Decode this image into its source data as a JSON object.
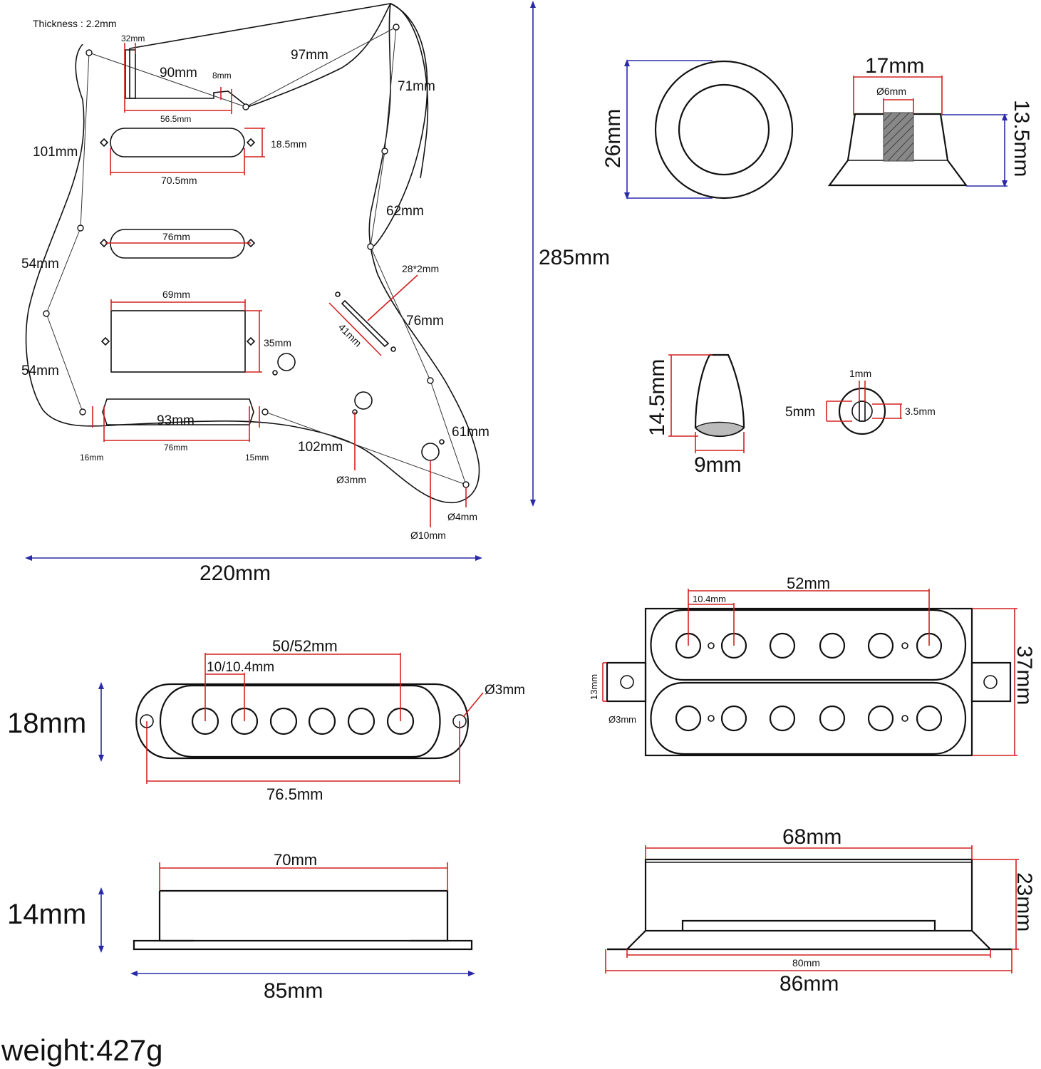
{
  "pickguard": {
    "thickness": "Thickness : 2.2mm",
    "d32": "32mm",
    "d90": "90mm",
    "d8": "8mm",
    "d97": "97mm",
    "d71": "71mm",
    "d56_5": "56.5mm",
    "d101": "101mm",
    "d18_5": "18.5mm",
    "d70_5": "70.5mm",
    "d62": "62mm",
    "d76_mid": "76mm",
    "d54_top": "54mm",
    "d28x2": "28*2mm",
    "d69": "69mm",
    "d41": "41mm",
    "d76_right": "76mm",
    "d35": "35mm",
    "d54_bottom": "54mm",
    "d93": "93mm",
    "d61": "61mm",
    "d102": "102mm",
    "d16": "16mm",
    "d76_bottom": "76mm",
    "d15": "15mm",
    "hole3": "Ø3mm",
    "hole4": "Ø4mm",
    "hole10": "Ø10mm",
    "height": "285mm",
    "width": "220mm"
  },
  "knob": {
    "diameter": "26mm",
    "top_width": "17mm",
    "shaft": "Ø6mm",
    "height": "13.5mm"
  },
  "switch_tip": {
    "height": "14.5mm",
    "width": "9mm",
    "slot": "1mm",
    "outer": "5mm",
    "inner": "3.5mm"
  },
  "single_coil": {
    "spacing_total": "50/52mm",
    "spacing_pole": "10/10.4mm",
    "hole": "Ø3mm",
    "width": "18mm",
    "mount_spacing": "76.5mm",
    "top_length": "70mm",
    "height": "14mm",
    "base_length": "85mm"
  },
  "humbucker": {
    "spacing_total": "52mm",
    "spacing_pole": "10.4mm",
    "tab": "13mm",
    "hole": "Ø3mm",
    "width": "37mm",
    "top_length": "68mm",
    "height": "23mm",
    "mount_spacing": "80mm",
    "base_length": "86mm"
  },
  "weight": "weight:427g"
}
